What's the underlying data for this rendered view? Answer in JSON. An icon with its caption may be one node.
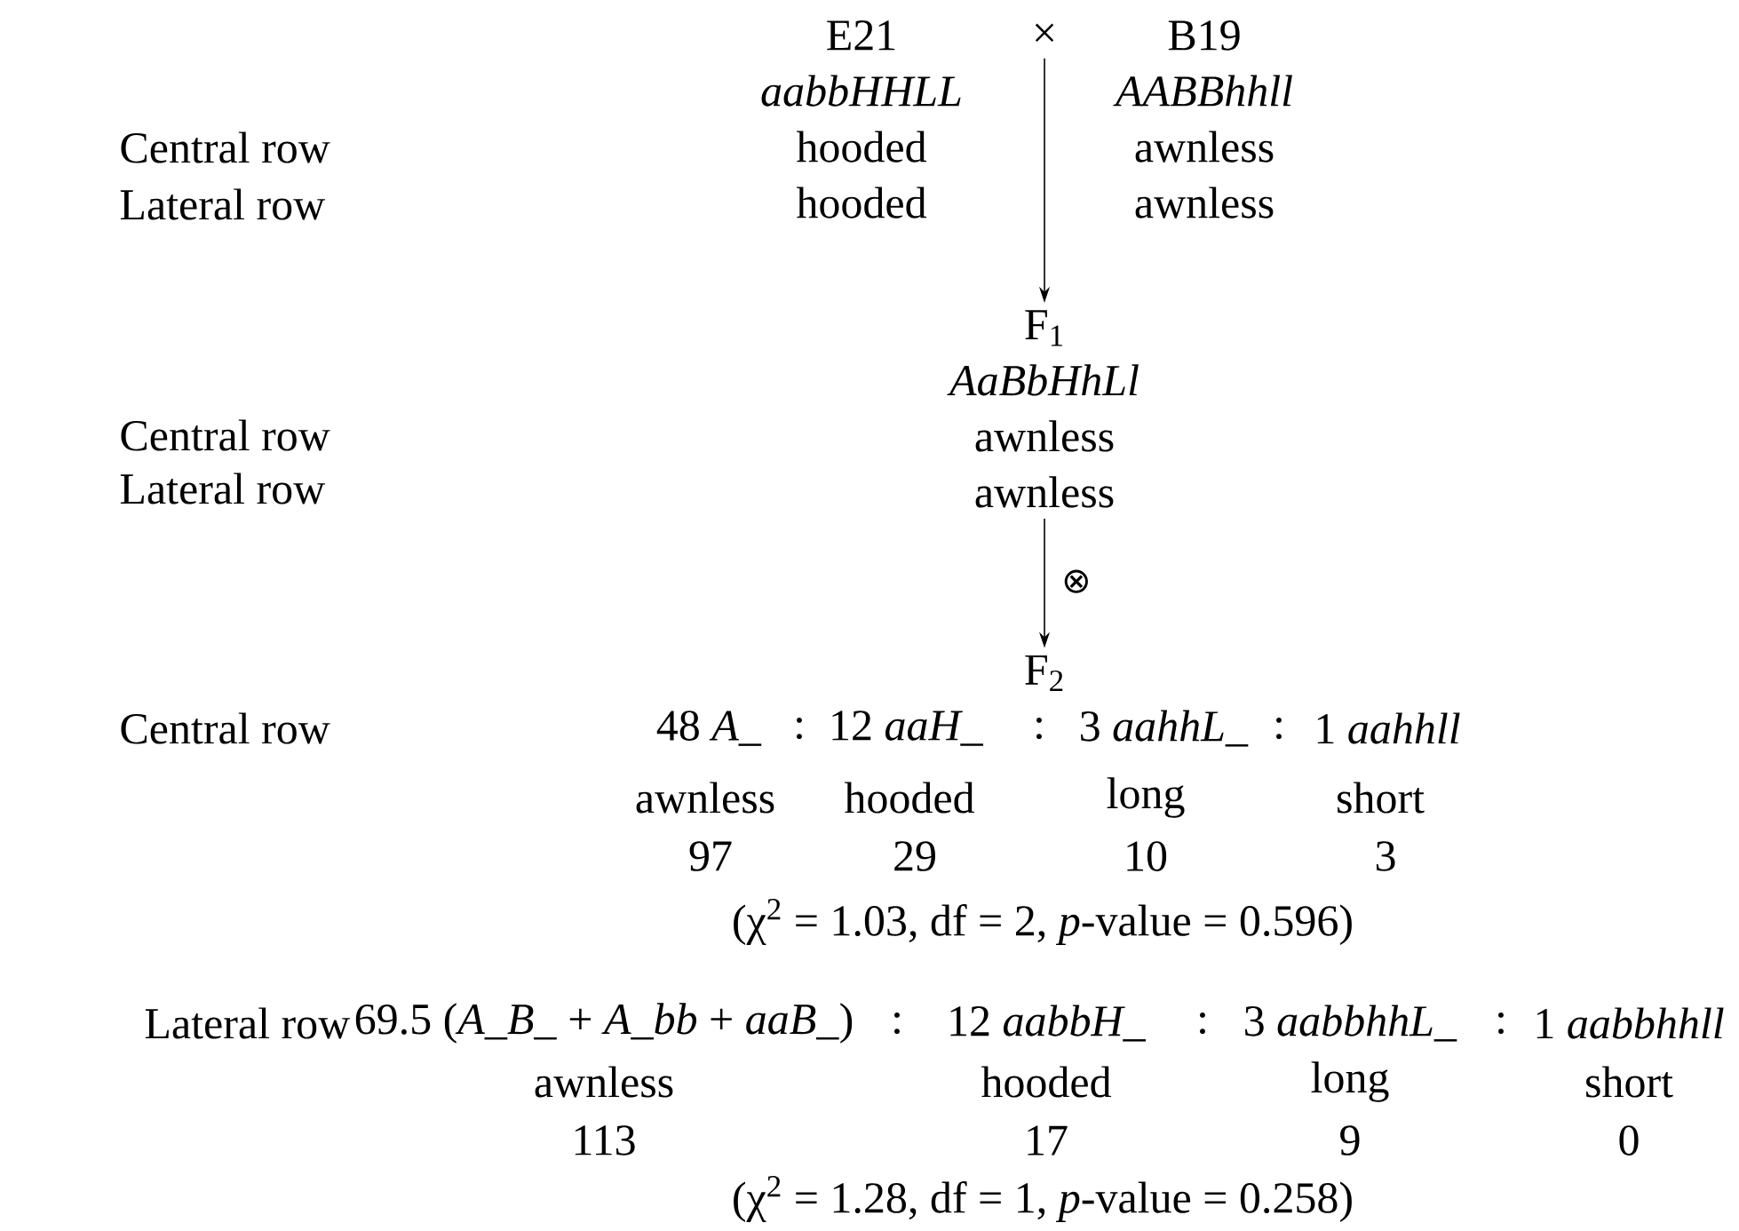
{
  "diagram": {
    "nodes": [
      {
        "text": [
          "E21",
          "aabbHHLL",
          "hooded",
          "hooded"
        ]
      },
      {
        "text": [
          "×"
        ]
      },
      {
        "text": [
          "B19",
          "AABBhhll",
          "awnless",
          "awnless"
        ]
      },
      {
        "text": [
          "F$_{1}$",
          "AaBbHhLl",
          "awnless",
          "awnless"
        ]
      },
      {
        "text": [
          "F$_{2}$"
        ]
      }
    ],
    "edges": [
      {
        "from": 1,
        "to": 3,
        "arrow": "to"
      },
      {
        "from": 3,
        "to": 4,
        "arrow": "to",
        "label": "⊗"
      }
    ],
    "labels": [
      "Central row",
      "Lateral row",
      "Central row",
      "Lateral row",
      "Central row",
      "48 *A_*",
      ":",
      "12 *aaH_*",
      ":",
      "3 *aahhL_*",
      ":",
      "1 *aahhll*",
      "awnless",
      "hooded",
      "long",
      "short",
      "97",
      "29",
      "10",
      "3",
      "(χ$^{2}$ = 1.03, df = 2, *p*-value = 0.596)",
      "Lateral row",
      "69.5 (*A_B_* + *A_bb* + *aaB_*)",
      ":",
      "12 *aabbH_*",
      ":",
      "3 *aabbhhL_*",
      ":",
      "1 *aabbhhll*",
      "awnless",
      "hooded",
      "long",
      "short",
      "113",
      "17",
      "9",
      "0",
      "(χ$^{2}$ = 1.28, df = 1, *p*-value = 0.258)"
    ]
  }
}
